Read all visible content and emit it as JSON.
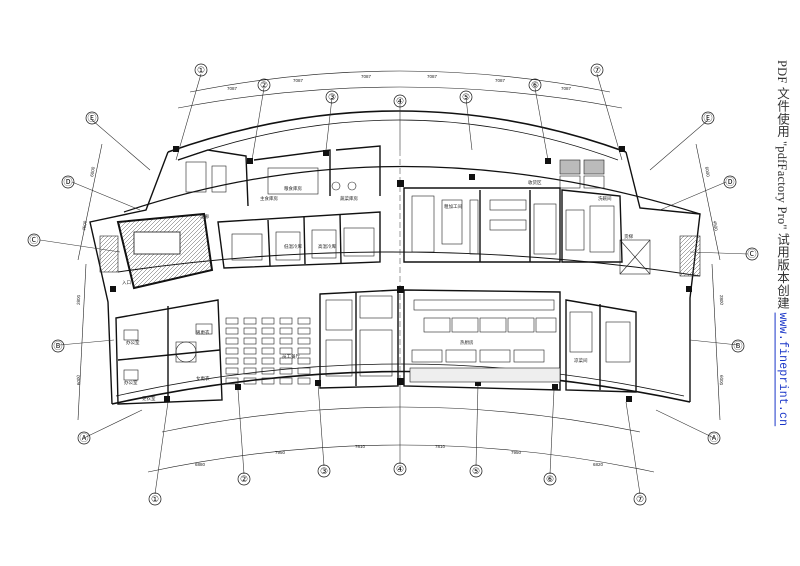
{
  "axes": {
    "columns": [
      "①",
      "②",
      "③",
      "④",
      "⑤",
      "⑥",
      "⑦"
    ],
    "rows": [
      "Ⓐ",
      "Ⓑ",
      "Ⓒ",
      "Ⓓ",
      "Ⓔ"
    ]
  },
  "dimensions": {
    "top": [
      "7087",
      "7087",
      "7087",
      "7087",
      "7087",
      "7087"
    ],
    "bottom": [
      "6880",
      "7950",
      "7810",
      "7810",
      "7950",
      "6820"
    ],
    "left": [
      "6000",
      "4500",
      "2800",
      "6000"
    ],
    "right": [
      "6000",
      "4500",
      "2800",
      "6000"
    ]
  },
  "rooms": {
    "office_1": "办公室",
    "office_2": "办公室",
    "office_3": "男更衣",
    "office_4": "女更衣",
    "office_5": "更衣室",
    "staff_dining": "员工餐厅",
    "cold_storage_1": "低温冷库",
    "cold_storage_2": "高温冷库",
    "dry_store": "主食库房",
    "grain_store": "粮食库房",
    "veg_store": "蔬菜库房",
    "receiving": "收货区",
    "dish_wash": "洗碗间",
    "prep_room": "粗加工间",
    "hot_kitchen": "热厨房",
    "cold_kitchen": "凉菜间",
    "corridor": "走廊",
    "entrance": "入口",
    "elevator": "货梯"
  },
  "watermark": {
    "text": "PDF 文件使用 \"pdfFactory Pro\" 试用版本创建",
    "url": "www.fineprint.cn"
  }
}
